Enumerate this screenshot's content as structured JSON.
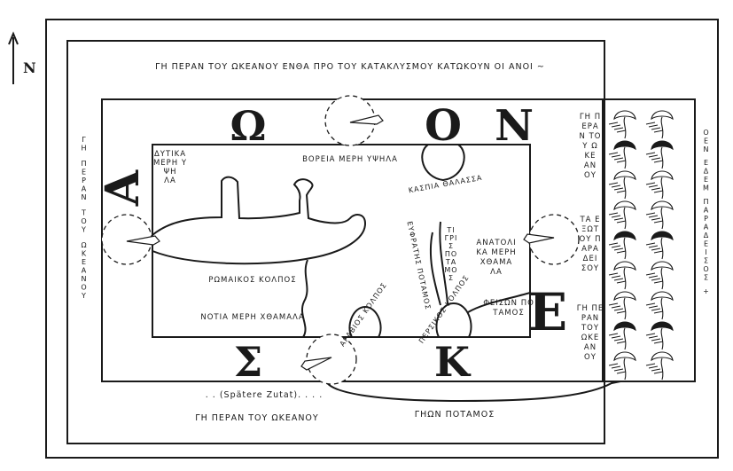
{
  "north_label": "N",
  "top_band": "ΓΗ ΠΕΡΑΝ ΤΟΥ ΩΚΕΑΝΟΥ ΕΝΘΑ ΠΡΟ ΤΟΥ ΚΑΤΑΚΛΥΣΜΟΥ ΚΑΤΩΚΟΥΝ ΟΙ ΑΝΟΙ ~",
  "bottom_band": "ΓΗ ΠΕΡΑΝ ΤΟΥ ΩΚΕΑΝΟΥ",
  "left_band": [
    "ΓΗ",
    "ΠΕΡΑΝ",
    "ΤΟΥ",
    "ΩΚΕΑΝΟΥ"
  ],
  "paradise_band": [
    "ΟΕΝ ΕΔΕΜ",
    "ΠΑΡΑΔΕΙΣΟΣ",
    "+"
  ],
  "ocean_letters": [
    "Ω",
    "Κ",
    "Ε",
    "Α",
    "Ν",
    "Ο",
    "Σ"
  ],
  "regions": {
    "west": [
      "ΔΥΤΙΚΑ",
      "ΜΕΡΗ Υ",
      "ΨΗ",
      "ΛΑ"
    ],
    "north": "ΒΟΡΕΙΑ ΜΕΡΗ ΥΨΗΛΑ",
    "caspian": "ΚΑΣΠΙΑ ΘΑΛΑΣΣΑ",
    "east": [
      "ΑΝΑΤΟΛΙ",
      "ΚΑ ΜΕΡΗ",
      "ΧΘΑΜΑ",
      "ΛΑ"
    ],
    "south": "ΝΟΤΙΑ ΜΕΡΗ ΧΘΑΜΑΛΑ",
    "roman_gulf": "ΡΩΜΑΙΚΟΣ ΚΟΛΠΟΣ",
    "arabian_gulf": "ΑΡΑΒΙΟΣ ΚΟΛΠΟΣ",
    "persian_gulf": "ΠΕΡΣΙΚΟΣ ΚΟΛΠΟΣ",
    "tigris": [
      "ΤΙ",
      "ΓΡΙ",
      "Σ",
      "ΠΟ",
      "ΤΑ",
      "ΜΟ",
      "Σ"
    ],
    "euphrates": "ΕΥΦΡΑΤΗΣ ΠΟΤΑΜΟΣ",
    "phison": [
      "ΦΕΙΣΩΝ ΠΟ",
      "ΤΑΜΟΣ"
    ],
    "gihon": "ΓΗΩΝ ΠΟΤΑΜΟΣ"
  },
  "east_strip_upper": [
    "ΓΗ Π",
    "ΕΡΑ",
    "Ν ΤΟ",
    "Υ Ω",
    "ΚΕ",
    "ΑΝ",
    "ΟΥ"
  ],
  "east_strip_middle": [
    "ΤΑ Ε",
    "ΞΩΤ",
    "ΟΥ Π",
    "ΑΡΑ",
    "ΔΕΙ",
    "ΣΟΥ"
  ],
  "east_strip_lower": [
    "ΓΗ ΠΕ",
    "ΡΑΝ",
    "ΤΟΥ",
    "ΩΚΕ",
    "ΑΝ",
    "ΟΥ"
  ],
  "note": ". . (Spätere Zutat). . . ."
}
